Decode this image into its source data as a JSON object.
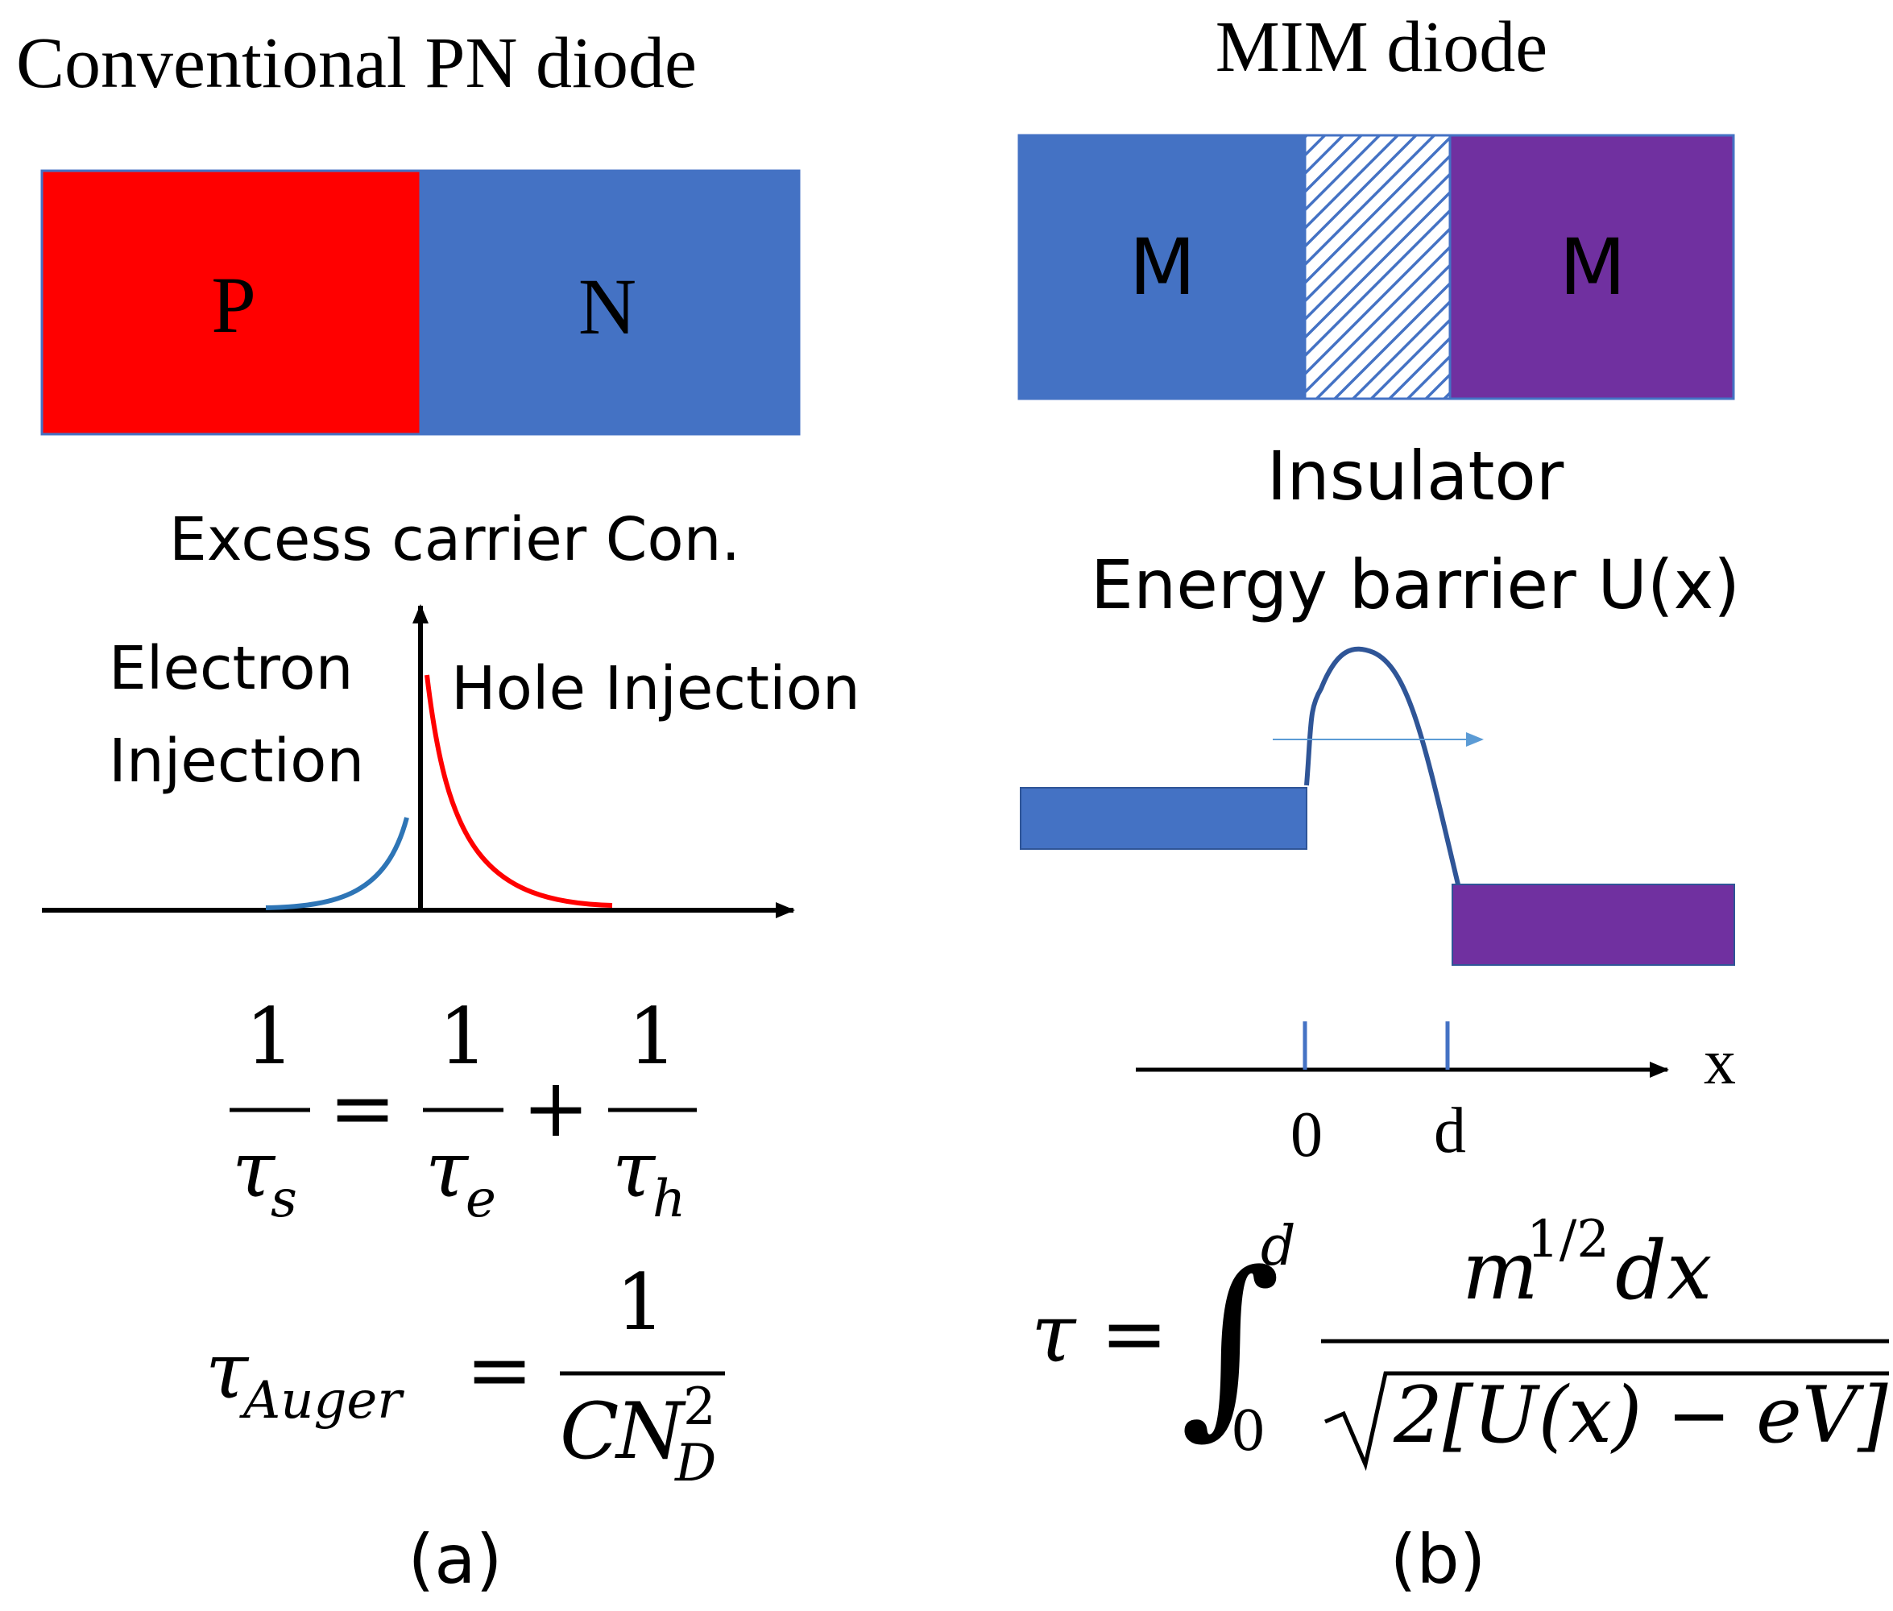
{
  "colors": {
    "p_region": "#ff0000",
    "n_region": "#4472c4",
    "metal_left": "#4472c4",
    "metal_right": "#7030a0",
    "electron_curve": "#2e75b6",
    "hole_curve": "#ff0000",
    "barrier_curve": "#2f5597",
    "arrow_light": "#5b9bd5",
    "text": "#000000"
  },
  "panel_a": {
    "title": "Conventional PN diode",
    "p_label": "P",
    "n_label": "N",
    "plot_title": "Excess carrier Con.",
    "electron_label_line1": "Electron",
    "electron_label_line2": "Injection",
    "hole_label": "Hole Injection",
    "eq1": {
      "one": "1",
      "tau": "τ",
      "sub_s": "s",
      "sub_e": "e",
      "sub_h": "h",
      "equals": "=",
      "plus": "+"
    },
    "eq2": {
      "tau": "τ",
      "sub_auger": "Auger",
      "equals": "=",
      "one": "1",
      "C": "C",
      "N": "N",
      "sup_2": "2",
      "sub_D": "D"
    },
    "caption": "(a)"
  },
  "panel_b": {
    "title": "MIM diode",
    "m_left": "M",
    "m_right": "M",
    "insulator_label": "Insulator",
    "barrier_label": "Energy barrier U(x)",
    "axis_x_label": "x",
    "tick_0": "0",
    "tick_d": "d",
    "eq": {
      "tau": "τ",
      "equals": "=",
      "integral": "∫",
      "lower": "0",
      "upper": "d",
      "num_m": "m",
      "num_exp": "1/2",
      "num_dx": "dx",
      "den_body": "2[U(x) − eV]"
    },
    "caption": "(b)"
  }
}
